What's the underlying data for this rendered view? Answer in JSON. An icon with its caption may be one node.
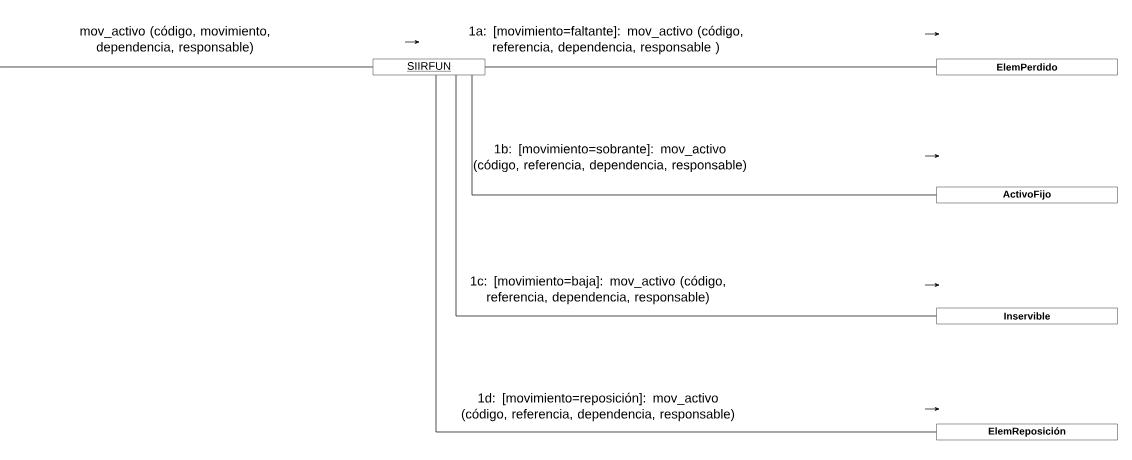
{
  "diagram": {
    "nodes": [
      {
        "text": [
          "SIIRFUN"
        ]
      },
      {
        "text": [
          "ElemPerdido"
        ]
      },
      {
        "text": [
          "ActivoFijo"
        ]
      },
      {
        "text": [
          "Inservible"
        ]
      },
      {
        "text": [
          "ElemReposición"
        ]
      }
    ],
    "edges": [
      {
        "from": null,
        "to": 0,
        "arrow": "none",
        "label": "mov_activo (código, movimiento, dependencia, responsable)"
      },
      {
        "from": 0,
        "to": 1,
        "arrow": "none",
        "label": "1a: [movimiento=faltante]: mov_activo (código, referencia, dependencia, responsable )"
      },
      {
        "from": 0,
        "to": 2,
        "arrow": "none",
        "label": "1b: [movimiento=sobrante]: mov_activo (código, referencia, dependencia, responsable)"
      },
      {
        "from": 0,
        "to": 3,
        "arrow": "none",
        "label": "1c: [movimiento=baja]: mov_activo (código, referencia, dependencia, responsable)"
      },
      {
        "from": 0,
        "to": 4,
        "arrow": "none",
        "label": "1d: [movimiento=reposición]: mov_activo (código, referencia, dependencia, responsable)"
      }
    ]
  }
}
